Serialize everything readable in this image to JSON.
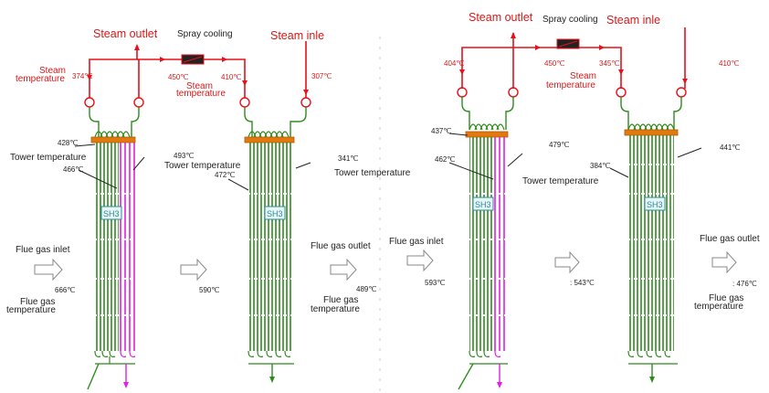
{
  "left": {
    "steam_outlet": "Steam outlet",
    "spray_cooling": "Spray cooling",
    "steam_inlet": "Steam inle",
    "steam_temperature_1": "Steam",
    "steam_temperature_2": "temperature",
    "t_outlet": "374℃",
    "t_spray_in": "450℃",
    "t_spray_out": "410℃",
    "t_inlet": "307℃",
    "steam_temp_mid_1": "Steam",
    "steam_temp_mid_2": "temperature",
    "t_tower_a1": "428℃",
    "t_tower_a2": "466℃",
    "t_tower_b1": "493℃",
    "t_tower_b2": "472℃",
    "t_tower_c": "341℃",
    "tower_temp_1": "Tower temperature",
    "tower_temp_2": "Tower temperature",
    "tower_temp_3": "Tower temperature",
    "sh_label_1": "SH3",
    "sh_label_2": "SH3",
    "flue_inlet": "Flue gas inlet",
    "flue_outlet": "Flue gas outlet",
    "flue_temp_a_1": "Flue gas",
    "flue_temp_a_2": "temperature",
    "flue_temp_b_1": "Flue gas",
    "flue_temp_b_2": "temperature",
    "t_flue_in": "666℃",
    "t_flue_mid": "590℃",
    "t_flue_out": "489℃"
  },
  "right": {
    "steam_outlet": "Steam outlet",
    "spray_cooling": "Spray cooling",
    "steam_inlet": "Steam inle",
    "t_outlet": "404℃",
    "t_spray_in": "450℃",
    "t_spray_out": "345℃",
    "t_inlet": "410℃",
    "steam_temp_1": "Steam",
    "steam_temp_2": "temperature",
    "t_tower_a1": "437℃",
    "t_tower_a2": "462℃",
    "t_tower_b": "479℃",
    "t_tower_c1": "384℃",
    "t_tower_c2": "441℃",
    "tower_temp": "Tower temperature",
    "sh_label_1": "SH3",
    "sh_label_2": "SH3",
    "flue_inlet": "Flue gas inlet",
    "flue_outlet": "Flue gas outlet",
    "flue_temp_1": "Flue gas",
    "flue_temp_2": "temperature",
    "t_flue_in": "593℃",
    "t_flue_mid": ": 543℃",
    "t_flue_out": ": 476℃"
  },
  "colors": {
    "steam_line": "#e8101a",
    "tube_green": "#2e8b1e",
    "tube_magenta": "#e020e0",
    "header_orange": "#e07a10",
    "label_red": "#d81818",
    "text_dark": "#222222",
    "arrow_gray": "#888888"
  }
}
